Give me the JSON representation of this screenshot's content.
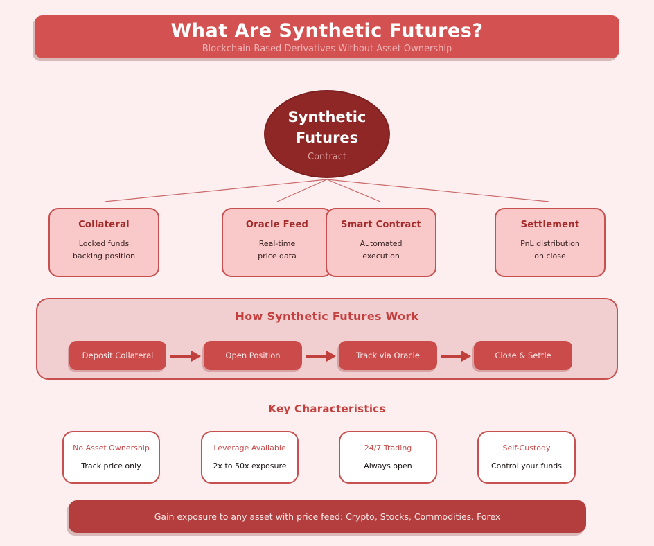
{
  "header": {
    "title": "What Are Synthetic Futures?",
    "subtitle": "Blockchain-Based Derivatives Without Asset Ownership"
  },
  "center_node": {
    "line1": "Synthetic",
    "line2": "Futures",
    "sublabel": "Contract"
  },
  "components": [
    {
      "title": "Collateral",
      "line1": "Locked funds",
      "line2": "backing position"
    },
    {
      "title": "Oracle Feed",
      "line1": "Real-time",
      "line2": "price data"
    },
    {
      "title": "Smart Contract",
      "line1": "Automated",
      "line2": "execution"
    },
    {
      "title": "Settlement",
      "line1": "PnL distribution",
      "line2": "on close"
    }
  ],
  "process": {
    "title": "How Synthetic Futures Work",
    "steps": [
      "Deposit Collateral",
      "Open Position",
      "Track via Oracle",
      "Close & Settle"
    ]
  },
  "characteristics": {
    "title": "Key Characteristics",
    "items": [
      {
        "title": "No Asset Ownership",
        "detail": "Track price only"
      },
      {
        "title": "Leverage Available",
        "detail": "2x to 50x exposure"
      },
      {
        "title": "24/7 Trading",
        "detail": "Always open"
      },
      {
        "title": "Self-Custody",
        "detail": "Control your funds"
      }
    ]
  },
  "footer": {
    "text": "Gain exposure to any asset with price feed: Crypto, Stocks, Commodities, Forex"
  },
  "colors": {
    "page_background": "#fdeff0",
    "header_background": "#d45151",
    "center_node_fill": "#8f2727",
    "component_box_fill": "#f9c8c8",
    "accent_border": "#c64f4f",
    "panel_fill": "#f1ced0",
    "step_button_fill": "#cb4b4b",
    "footer_background": "#b43e3e",
    "title_red": "#c4403f"
  }
}
